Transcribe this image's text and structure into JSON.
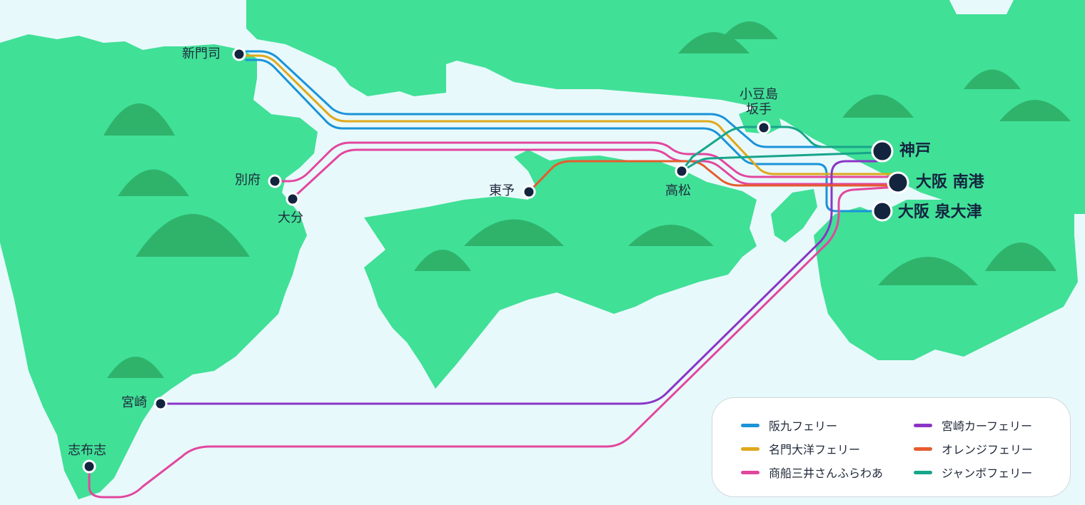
{
  "colors": {
    "sea": "#e8f9fb",
    "land": "#40e097",
    "hill": "#2fb36b",
    "hill_top": "#6fbf5a",
    "dot": "#13243f"
  },
  "ports": [
    {
      "id": "shinmoji",
      "label": "新門司"
    },
    {
      "id": "beppu",
      "label": "別府"
    },
    {
      "id": "oita",
      "label": "大分"
    },
    {
      "id": "toyo",
      "label": "東予"
    },
    {
      "id": "takamatsu",
      "label": "高松"
    },
    {
      "id": "shodoshima",
      "label": "小豆島\n坂手"
    },
    {
      "id": "kobe",
      "label": "神戸"
    },
    {
      "id": "osaka_nanko",
      "label": "大阪 南港"
    },
    {
      "id": "osaka_izumiotsu",
      "label": "大阪 泉大津"
    },
    {
      "id": "miyazaki",
      "label": "宮崎"
    },
    {
      "id": "shibushi",
      "label": "志布志"
    }
  ],
  "legend": [
    {
      "name": "阪九フェリー",
      "color": "#1a93d8"
    },
    {
      "name": "名門大洋フェリー",
      "color": "#e0a81c"
    },
    {
      "name": "商船三井さんふらわあ",
      "color": "#e2479e"
    },
    {
      "name": "宮崎カーフェリー",
      "color": "#8a35c7"
    },
    {
      "name": "オレンジフェリー",
      "color": "#e65c2d"
    },
    {
      "name": "ジャンボフェリー",
      "color": "#17a58a"
    }
  ]
}
